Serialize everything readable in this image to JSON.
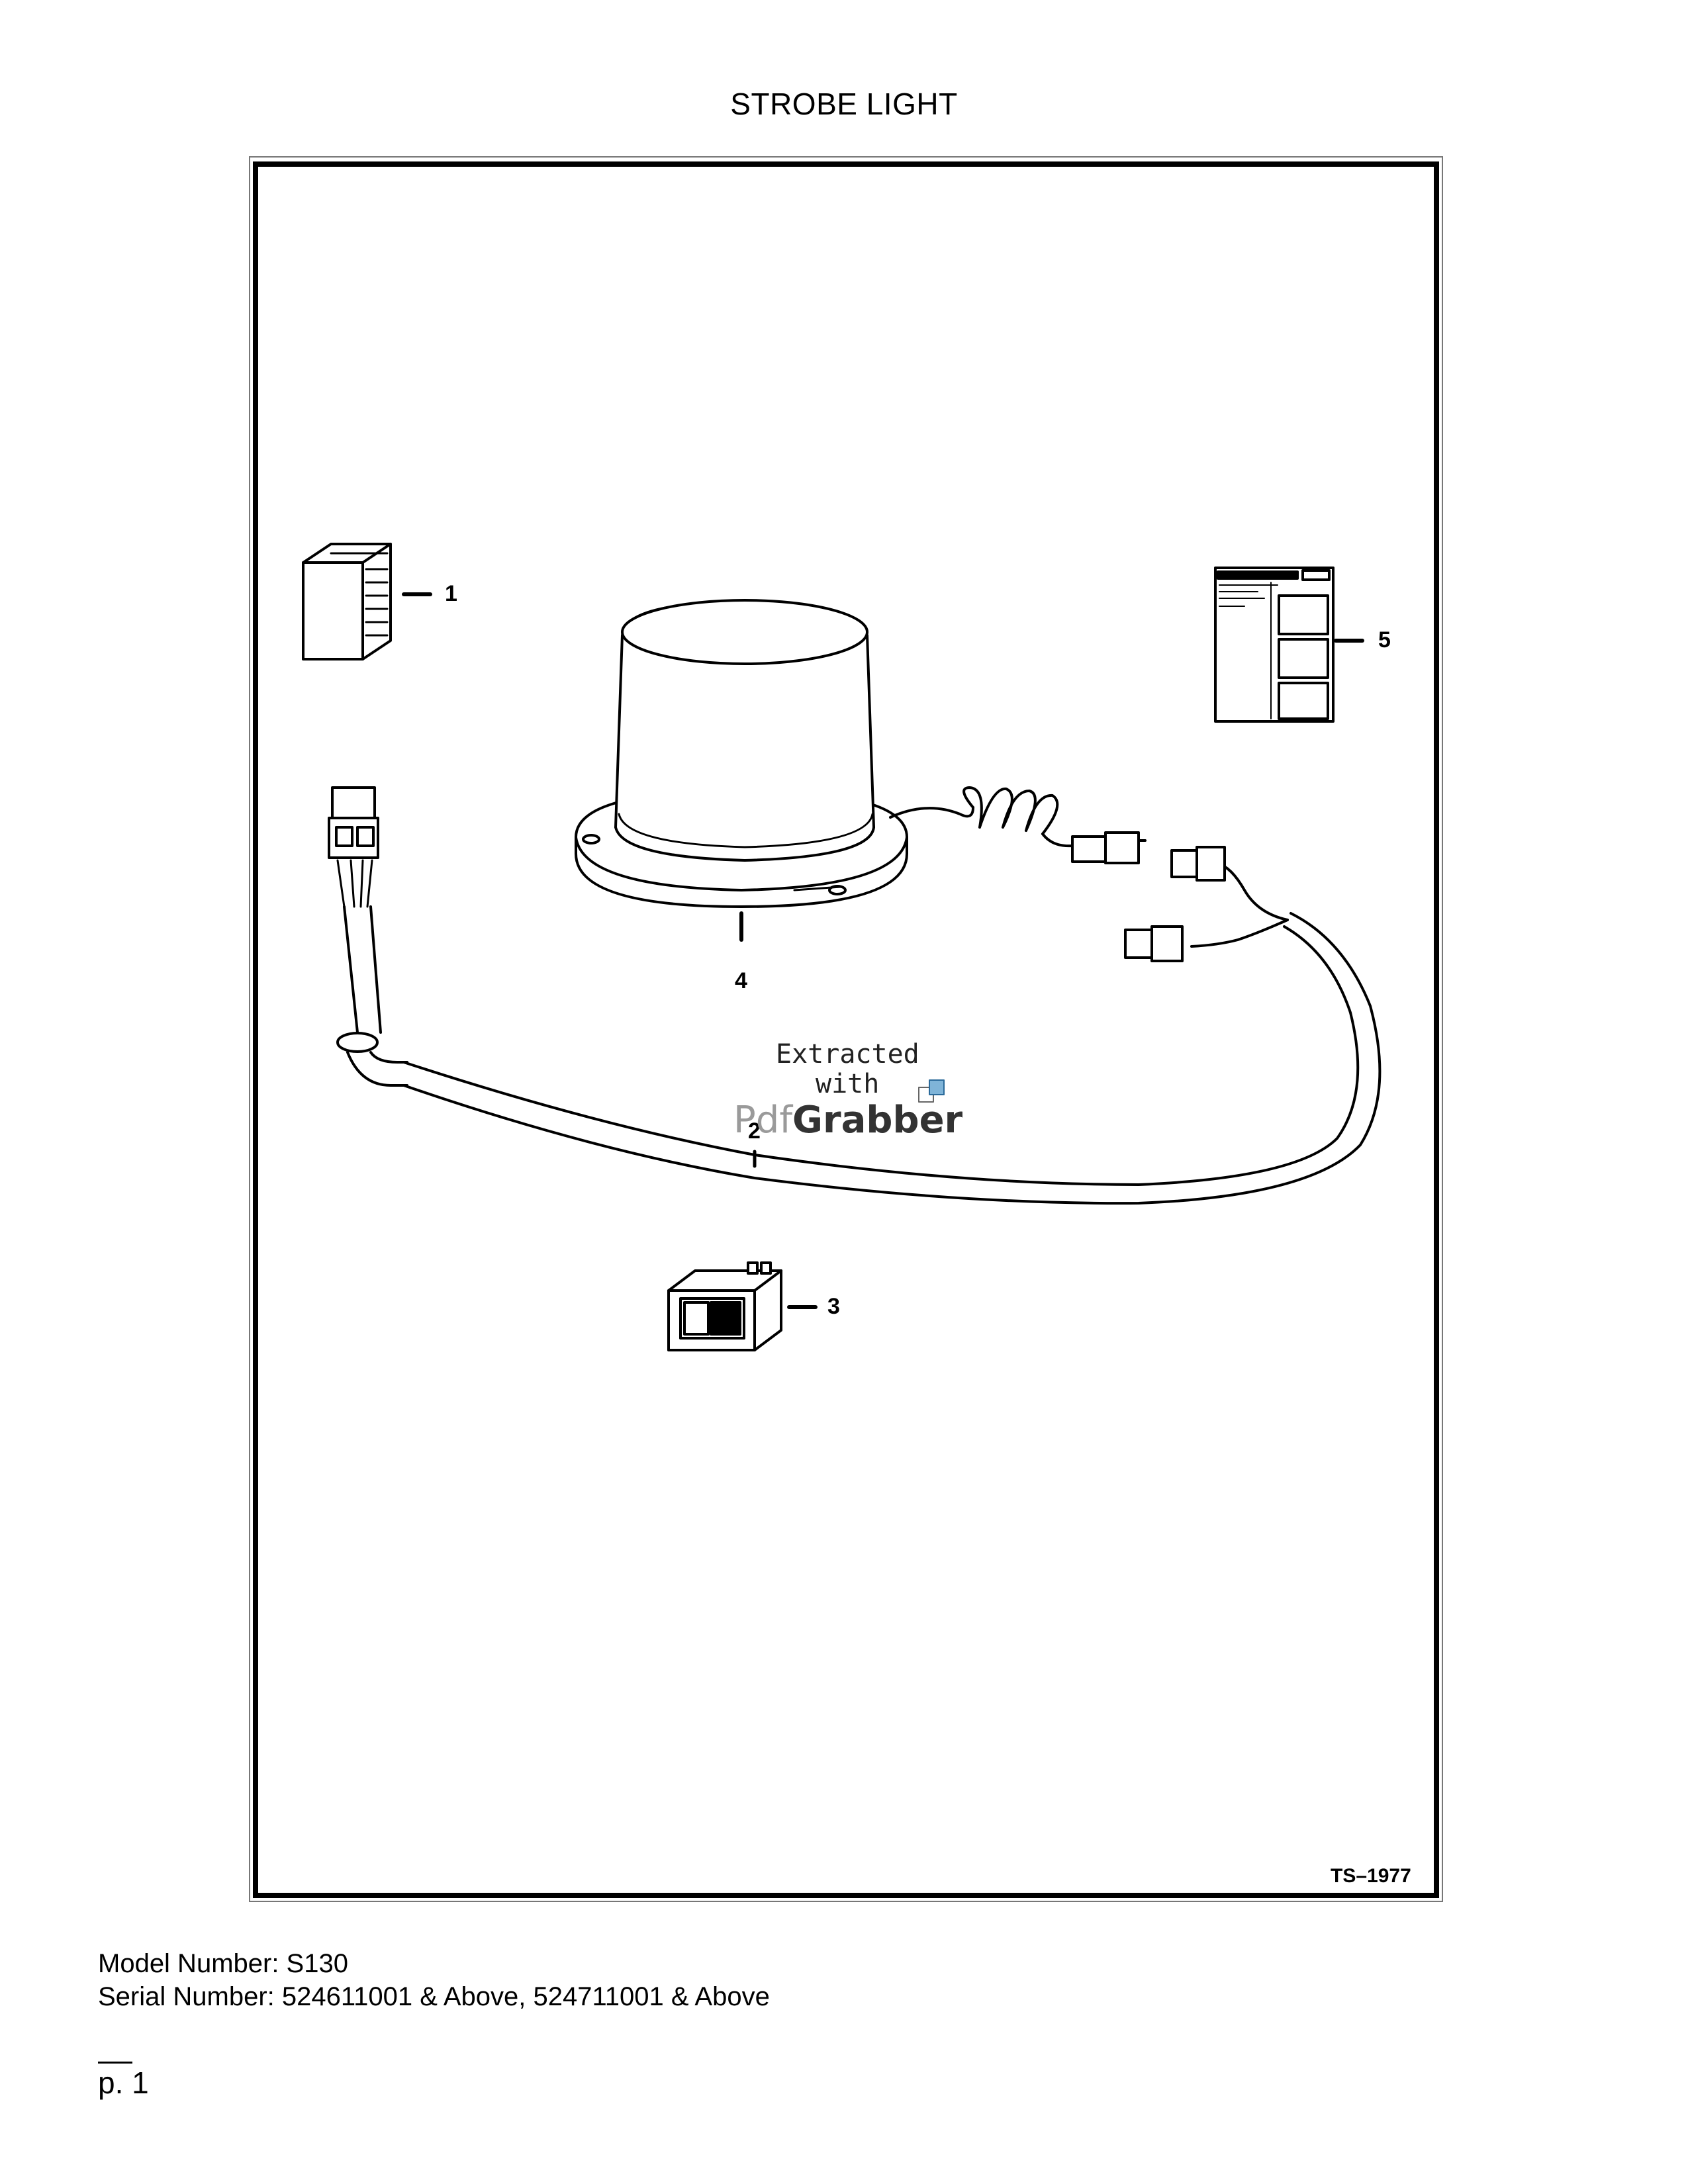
{
  "page": {
    "title": "STROBE LIGHT",
    "figure_id": "TS–1977",
    "callouts": {
      "c1": "1",
      "c2": "2",
      "c3": "3",
      "c4": "4",
      "c5": "5"
    },
    "watermark": {
      "line1": "Extracted",
      "line2": "with",
      "brand_pdf": "Pdf",
      "brand_grabber": "Grabber"
    },
    "model_line": "Model Number: S130",
    "serial_line": "Serial Number: 524611001 & Above, 524711001 & Above",
    "page_number": "p. 1"
  }
}
